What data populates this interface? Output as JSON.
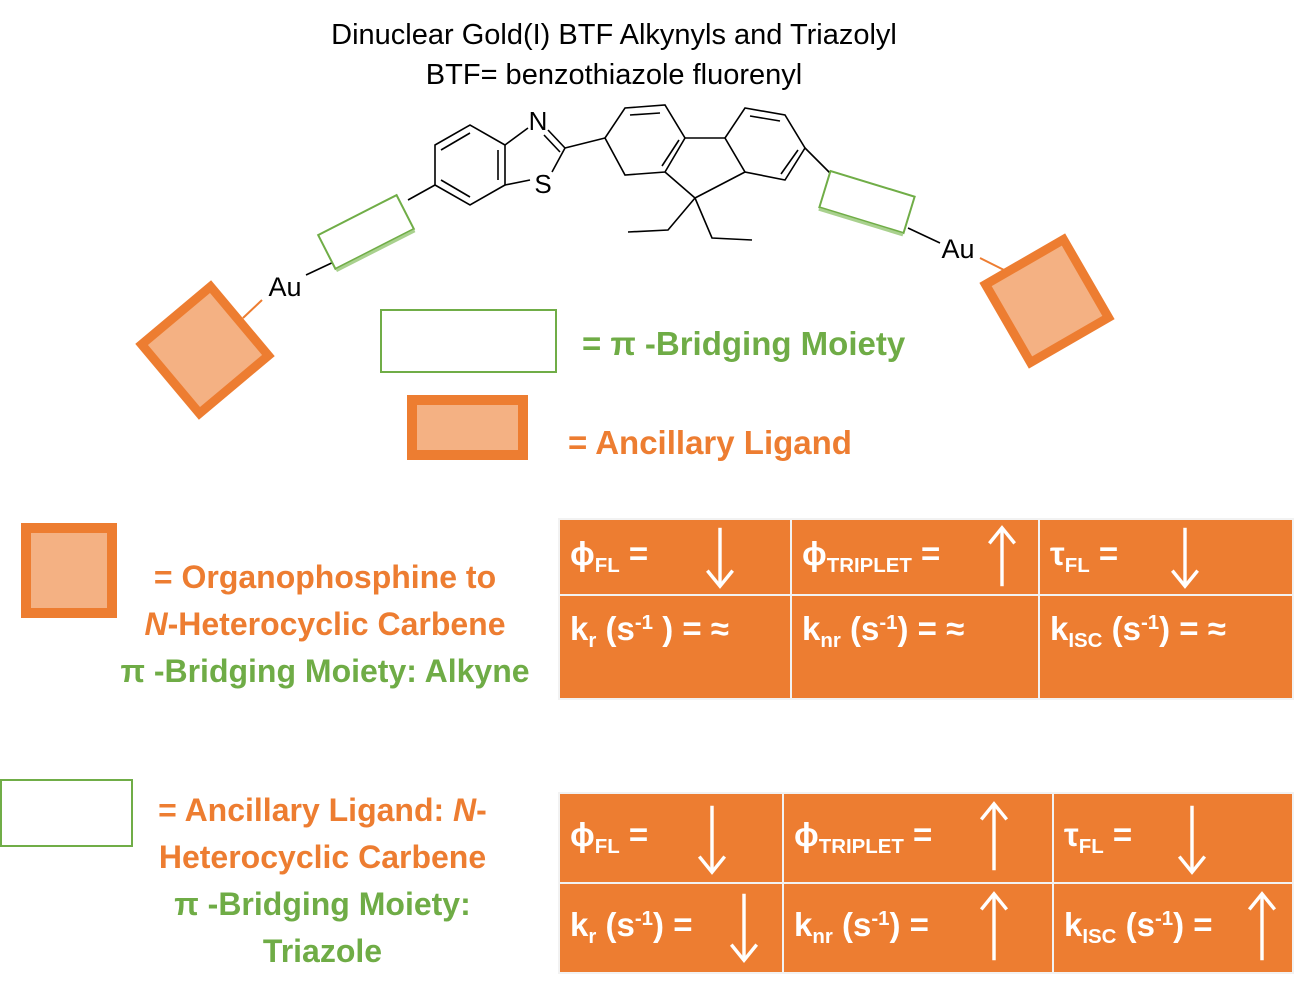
{
  "title": {
    "line1": "Dinuclear Gold(I) BTF Alkynyls and Triazolyl",
    "line2": "BTF= benzothiazole fluorenyl"
  },
  "structure": {
    "atom_n": "N",
    "atom_s": "S",
    "atom_au_left": "Au",
    "atom_au_right": "Au"
  },
  "legend": {
    "bridge_label": "= π -Bridging Moiety",
    "ligand_label": "= Ancillary Ligand"
  },
  "case1": {
    "line1": "= Organophosphine to",
    "line2_italic": "N",
    "line2_rest": "-Heterocyclic Carbene",
    "line3": "π -Bridging Moiety: Alkyne",
    "row1": [
      {
        "sym": "ϕ",
        "sub": "FL",
        "tail": " =",
        "indicator": "down"
      },
      {
        "sym": "ϕ",
        "sub": "TRIPLET",
        "tail": " =",
        "indicator": "up"
      },
      {
        "sym": "τ",
        "sub": "FL",
        "tail": " =",
        "indicator": "down"
      }
    ],
    "row2": [
      {
        "sym": "k",
        "sub": "r",
        "mid": " (s",
        "sup": "-1",
        "tail": " ) =  ≈"
      },
      {
        "sym": "k",
        "sub": "nr",
        "mid": " (s",
        "sup": "-1",
        "tail": ") = ≈"
      },
      {
        "sym": "k",
        "sub": "ISC",
        "mid": " (s",
        "sup": "-1",
        "tail": ") = ≈"
      }
    ]
  },
  "case2": {
    "line1a": "= Ancillary Ligand: ",
    "line1b_italic": "N",
    "line1c": "-",
    "line2": "Heterocyclic Carbene",
    "line3": "π -Bridging Moiety:",
    "line4": "Triazole",
    "row1": [
      {
        "sym": "ϕ",
        "sub": "FL",
        "tail": " =",
        "indicator": "down"
      },
      {
        "sym": "ϕ",
        "sub": "TRIPLET",
        "tail": " =",
        "indicator": "up"
      },
      {
        "sym": "τ",
        "sub": "FL",
        "tail": " =",
        "indicator": "down"
      }
    ],
    "row2": [
      {
        "sym": "k",
        "sub": "r",
        "mid": " (s",
        "sup": "-1",
        "tail": ") =",
        "indicator": "down"
      },
      {
        "sym": "k",
        "sub": "nr",
        "mid": " (s",
        "sup": "-1",
        "tail": ") =",
        "indicator": "up"
      },
      {
        "sym": "k",
        "sub": "ISC",
        "mid": " (s",
        "sup": "-1",
        "tail": ") =",
        "indicator": "up"
      }
    ]
  },
  "colors": {
    "orange": "#ed7d31",
    "orange_fill": "#f4b183",
    "green": "#70ad47"
  }
}
